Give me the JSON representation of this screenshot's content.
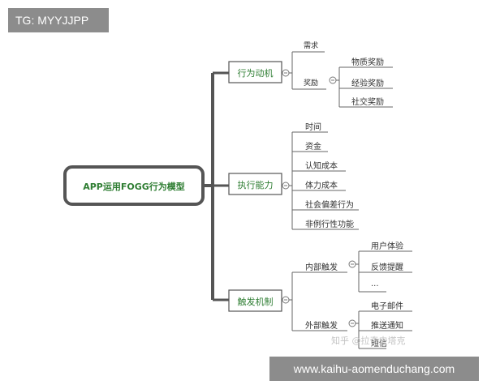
{
  "tag_label": "TG: MYYJJPP",
  "banner_text": "www.kaihu-aomenduchang.com",
  "watermark": "知乎 @拉奇史塔克",
  "mindmap": {
    "root": "APP运用FOGG行为模型",
    "branches": [
      {
        "label": "行为动机",
        "children": [
          {
            "label": "需求"
          },
          {
            "label": "奖励",
            "children": [
              "物质奖励",
              "经验奖励",
              "社交奖励"
            ]
          }
        ]
      },
      {
        "label": "执行能力",
        "children": [
          {
            "label": "时间"
          },
          {
            "label": "资金"
          },
          {
            "label": "认知成本"
          },
          {
            "label": "体力成本"
          },
          {
            "label": "社会偏差行为"
          },
          {
            "label": "非例行性功能"
          }
        ]
      },
      {
        "label": "触发机制",
        "children": [
          {
            "label": "内部触发",
            "children": [
              "用户体验",
              "反馈提醒",
              "..."
            ]
          },
          {
            "label": "外部触发",
            "children": [
              "电子邮件",
              "推送通知",
              "短信"
            ]
          }
        ]
      }
    ]
  },
  "colors": {
    "accent": "#2e7d32",
    "border": "#555555",
    "line": "#666666",
    "overlay": "#8c8c8c"
  }
}
